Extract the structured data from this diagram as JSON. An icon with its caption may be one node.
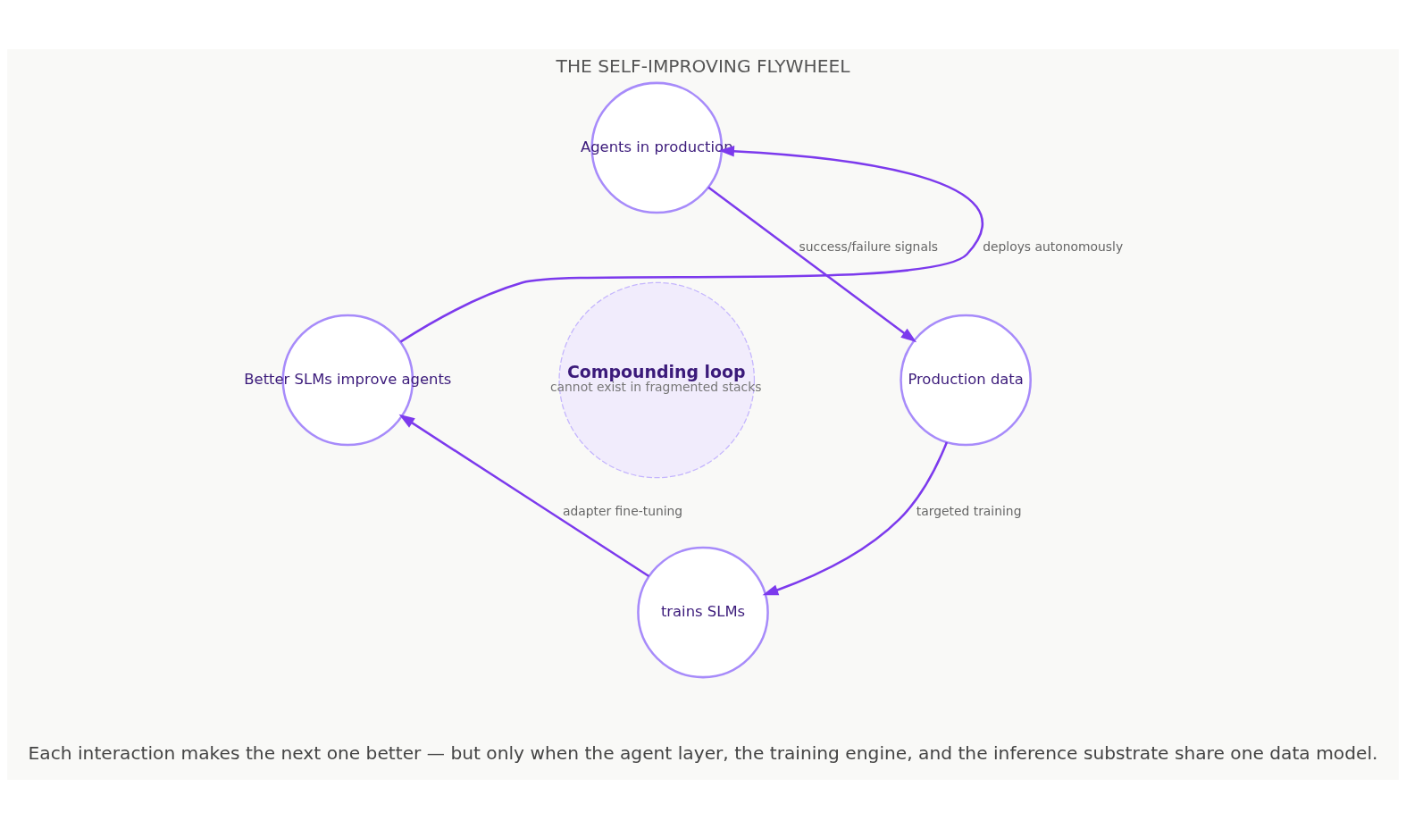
{
  "diagram": {
    "title": "THE SELF-IMPROVING FLYWHEEL",
    "caption": "Each interaction makes the next one better — but only when the agent layer, the training engine, and the inference substrate share one data model.",
    "nodes": [
      {
        "text": [
          "Agents in production"
        ]
      },
      {
        "text": [
          "Production data"
        ]
      },
      {
        "text": [
          "trains SLMs"
        ]
      },
      {
        "text": [
          "Better SLMs improve agents"
        ]
      },
      {
        "text": [
          "Compounding loop",
          "cannot exist in fragmented stacks"
        ]
      }
    ],
    "edges": [
      {
        "from": 0,
        "to": 1,
        "arrow": "to",
        "label": "success/failure signals"
      },
      {
        "from": 1,
        "to": 2,
        "arrow": "to",
        "label": "targeted training"
      },
      {
        "from": 2,
        "to": 3,
        "arrow": "to",
        "label": "adapter fine-tuning"
      },
      {
        "from": 3,
        "to": 0,
        "arrow": "to",
        "label": "deploys autonomously"
      }
    ]
  }
}
